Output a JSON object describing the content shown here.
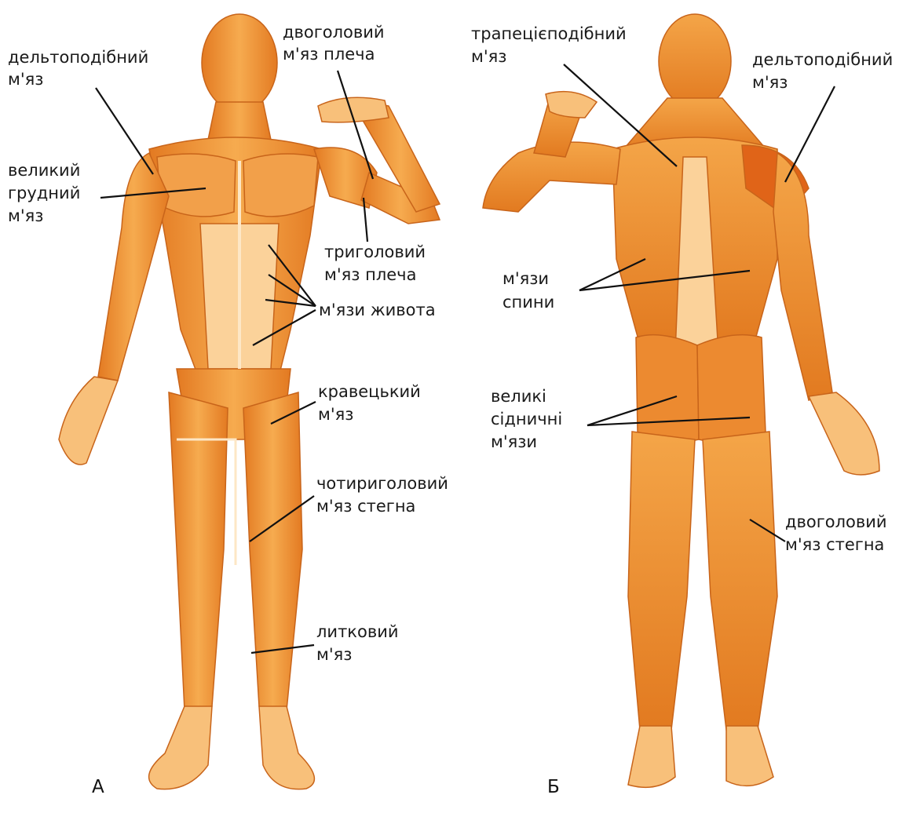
{
  "figure": {
    "colors": {
      "skin_dark": "#e0761c",
      "skin_mid": "#f19a3a",
      "skin_light": "#fbd29a",
      "tendon": "#fde7c6",
      "line": "#111111",
      "text": "#1a1a1a"
    },
    "front": {
      "tag": "А",
      "labels": {
        "deltoid": [
          "дельтоподібний",
          "м'яз"
        ],
        "biceps": [
          "двоголовий",
          "м'яз плеча"
        ],
        "pectoral": [
          "великий",
          "грудний",
          "м'яз"
        ],
        "triceps": [
          "триголовий",
          "м'яз плеча"
        ],
        "abdominal": [
          "м'язи живота"
        ],
        "sartorius": [
          "кравецький",
          "м'яз"
        ],
        "quadriceps": [
          "чотириголовий",
          "м'яз стегна"
        ],
        "calf": [
          "литковий",
          "м'яз"
        ]
      }
    },
    "back": {
      "tag": "Б",
      "labels": {
        "trapezius": [
          "трапецієподібний",
          "м'яз"
        ],
        "deltoid": [
          "дельтоподібний",
          "м'яз"
        ],
        "back_muscles": [
          "м'язи",
          "спини"
        ],
        "gluteal": [
          "великі",
          "сідничні",
          "м'язи"
        ],
        "hamstring": [
          "двоголовий",
          "м'яз стегна"
        ]
      }
    }
  }
}
